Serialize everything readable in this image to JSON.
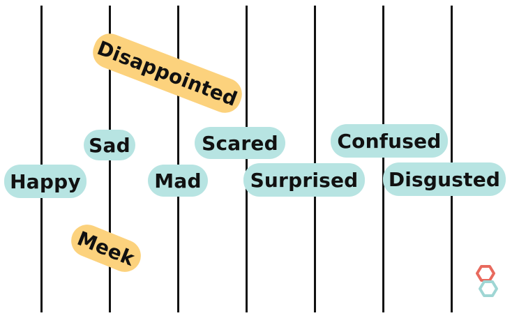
{
  "colors": {
    "teal_pill": "#b7e4e2",
    "yellow_pill": "#fcd27d",
    "line": "#111111",
    "logo_red": "#e86a5e",
    "logo_teal": "#9fd6d4"
  },
  "labels": {
    "happy": "Happy",
    "sad": "Sad",
    "mad": "Mad",
    "scared": "Scared",
    "surprised": "Surprised",
    "confused": "Confused",
    "disgusted": "Disgusted",
    "disappointed": "Disappointed",
    "meek": "Meek"
  },
  "logo": {
    "icon": "interlocking-hexagons-icon"
  }
}
